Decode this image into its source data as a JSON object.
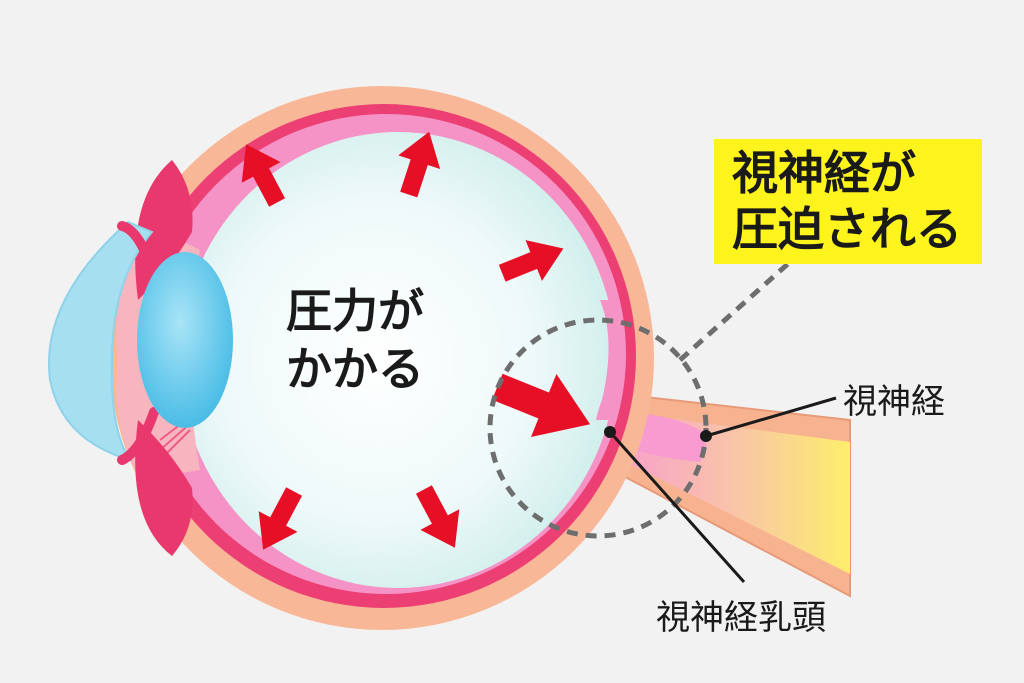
{
  "callout": {
    "line1": "視神経が",
    "line2": "圧迫される"
  },
  "center_text": {
    "line1": "圧力が",
    "line2": "かかる"
  },
  "labels": {
    "optic_nerve": "視神経",
    "optic_disc": "視神経乳頭"
  },
  "colors": {
    "background": "#f2f2f2",
    "sclera": "#f8b898",
    "choroid": "#ec3f73",
    "retina": "#f592c6",
    "vitreous": "#dff5f5",
    "cornea": "#a6dff0",
    "lens": "#62c8ec",
    "arrow": "#e60f26",
    "callout_bg": "#fdf31d",
    "optic_nerve_pink": "#f79bd0",
    "optic_nerve_yellow": "#fcee6c"
  }
}
